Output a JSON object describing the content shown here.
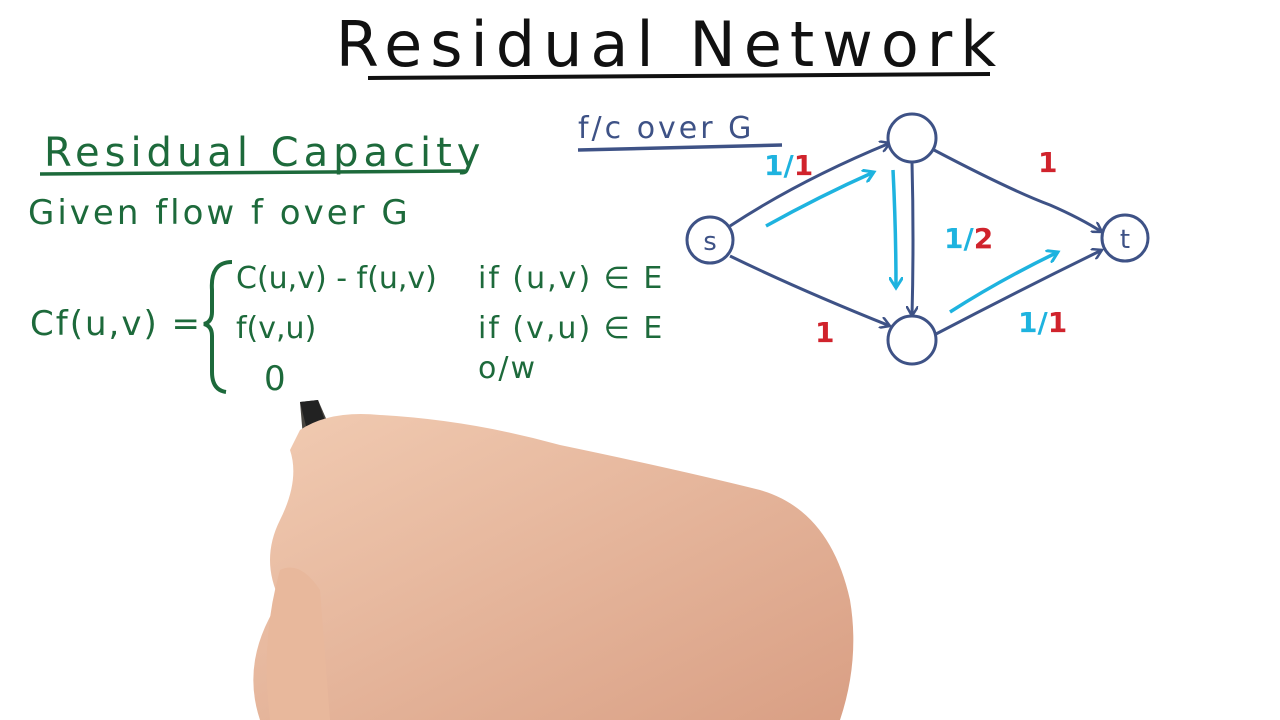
{
  "title": "Residual Network",
  "left": {
    "heading": "Residual Capacity",
    "given": "Given flow f over G",
    "formula": {
      "lhs": "Cf(u,v) =",
      "cases": [
        {
          "expr": "C(u,v) - f(u,v)",
          "cond": "if (u,v) ∈ E"
        },
        {
          "expr": "f(v,u)",
          "cond": "if (v,u) ∈ E"
        },
        {
          "expr": "0",
          "cond": "o/w"
        }
      ]
    }
  },
  "graph": {
    "heading": "f/c over G",
    "nodes": [
      {
        "id": "s",
        "label": "s"
      },
      {
        "id": "a",
        "label": ""
      },
      {
        "id": "b",
        "label": ""
      },
      {
        "id": "t",
        "label": "t"
      }
    ],
    "edges": [
      {
        "from": "s",
        "to": "a",
        "flow": "1",
        "capacity": "1"
      },
      {
        "from": "a",
        "to": "t",
        "flow": "",
        "capacity": "1"
      },
      {
        "from": "a",
        "to": "b",
        "flow": "1",
        "capacity": "2"
      },
      {
        "from": "s",
        "to": "b",
        "flow": "",
        "capacity": "1"
      },
      {
        "from": "b",
        "to": "t",
        "flow": "1",
        "capacity": "1"
      }
    ],
    "colors": {
      "edge": "#3e5286",
      "flow": "#1eb3df",
      "capacity": "#d0232c",
      "text": "#1d6a3b"
    }
  }
}
